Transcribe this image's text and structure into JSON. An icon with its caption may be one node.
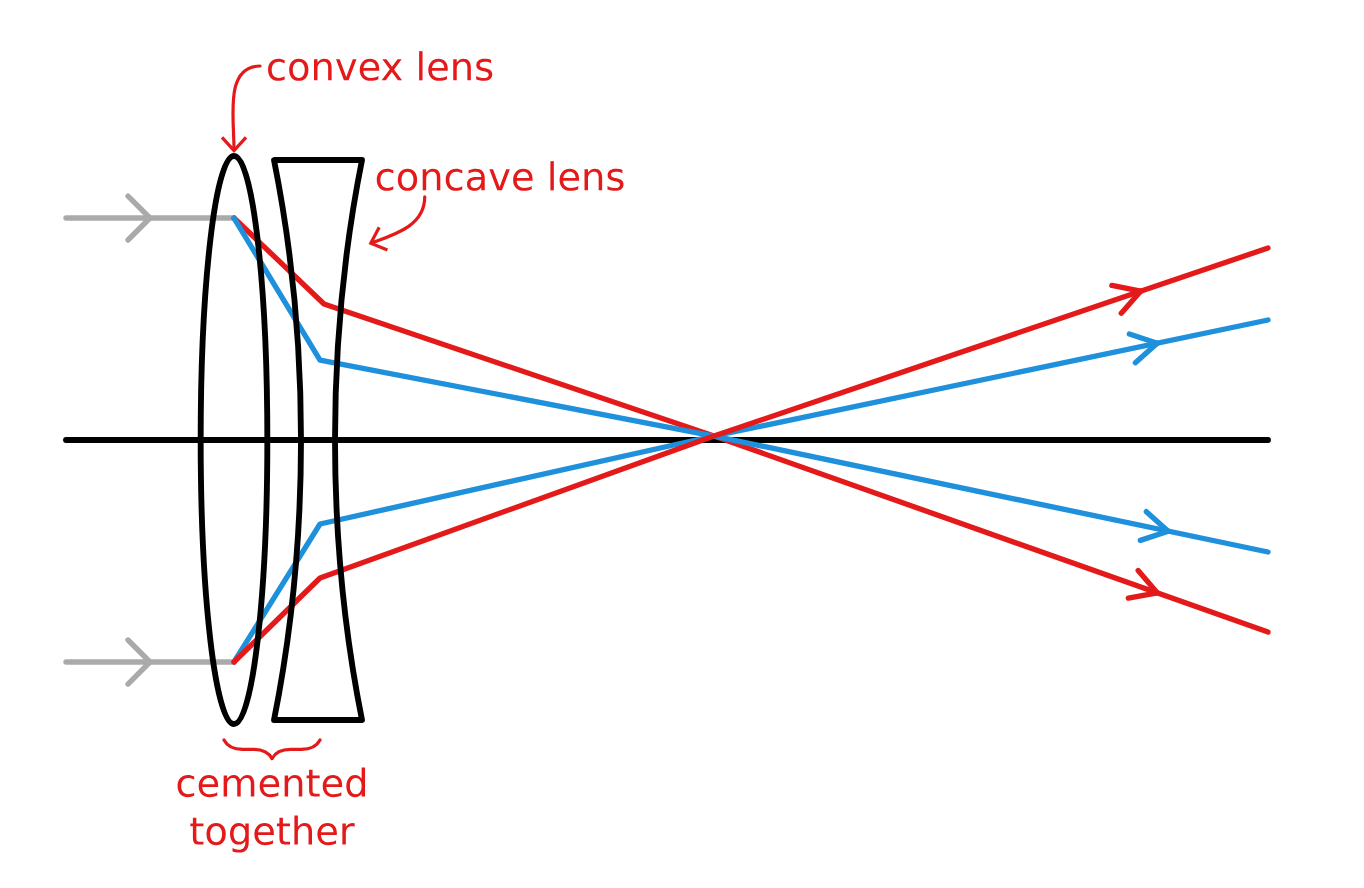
{
  "diagram": {
    "nodes": [
      {
        "text": [
          "convex lens"
        ]
      },
      {
        "text": [],
        "shape": "ellipse"
      },
      {
        "text": [
          "concave lens"
        ]
      },
      {
        "text": [],
        "shape": "lens"
      }
    ],
    "edges": [
      {
        "from": 0,
        "to": 1,
        "arrow": "to"
      },
      {
        "from": 2,
        "to": 3,
        "arrow": "to"
      }
    ],
    "labels": [
      "cemented together"
    ]
  }
}
